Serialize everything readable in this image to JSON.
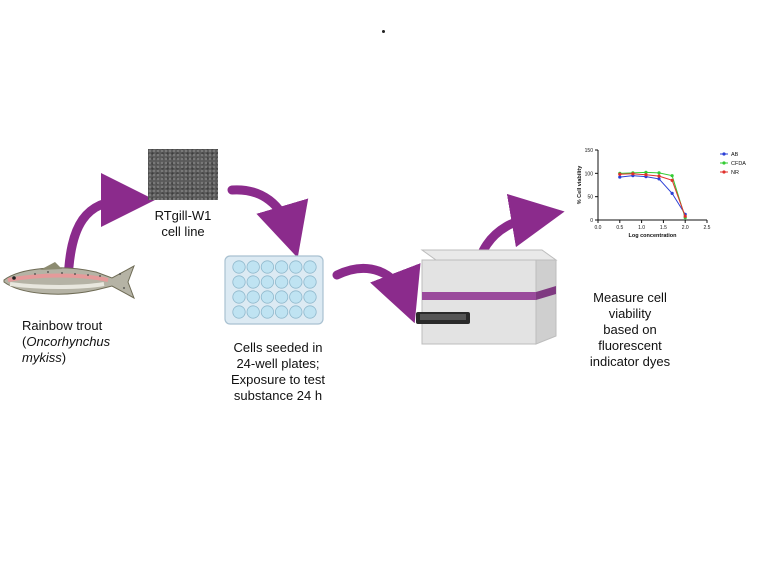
{
  "steps": {
    "trout": {
      "line1": "Rainbow trout",
      "line2_open": "(",
      "line2_italic": "Oncorhynchus",
      "line3_italic": "mykiss",
      "line3_close": ")"
    },
    "cellline": {
      "line1": "RTgill-W1",
      "line2": "cell line"
    },
    "plates": {
      "line1": "Cells seeded in",
      "line2": "24-well plates;",
      "line3": "Exposure to test",
      "line4": "substance 24 h"
    },
    "measure": {
      "line1": "Measure cell",
      "line2": "viability",
      "line3": "based on",
      "line4": "fluorescent",
      "line5": "indicator dyes"
    }
  },
  "colors": {
    "arrow": "#8B2B8C",
    "accent_stripe": "#9A4A9C",
    "well": "#BFE3F2",
    "plate": "#DCEAF3"
  },
  "chart_data": {
    "type": "line",
    "xlabel": "Log concentration",
    "ylabel": "% Cell viability",
    "xlim": [
      0.0,
      2.5
    ],
    "ylim": [
      0,
      150
    ],
    "xticks": [
      "0.0",
      "0.5",
      "1.0",
      "1.5",
      "2.0",
      "2.5"
    ],
    "yticks": [
      "0",
      "50",
      "100",
      "150"
    ],
    "legend_position": "top-right",
    "series": [
      {
        "name": "AB",
        "color": "#2B3FD6",
        "x": [
          0.5,
          0.8,
          1.1,
          1.4,
          1.7,
          2.0
        ],
        "y": [
          92,
          95,
          93,
          88,
          57,
          12
        ]
      },
      {
        "name": "CFDA",
        "color": "#33CC33",
        "x": [
          0.5,
          0.8,
          1.1,
          1.4,
          1.7,
          2.0
        ],
        "y": [
          100,
          101,
          102,
          101,
          95,
          5
        ]
      },
      {
        "name": "NR",
        "color": "#E0302B",
        "x": [
          0.5,
          0.8,
          1.1,
          1.4,
          1.7,
          2.0
        ],
        "y": [
          98,
          99,
          97,
          94,
          85,
          8
        ]
      }
    ]
  }
}
